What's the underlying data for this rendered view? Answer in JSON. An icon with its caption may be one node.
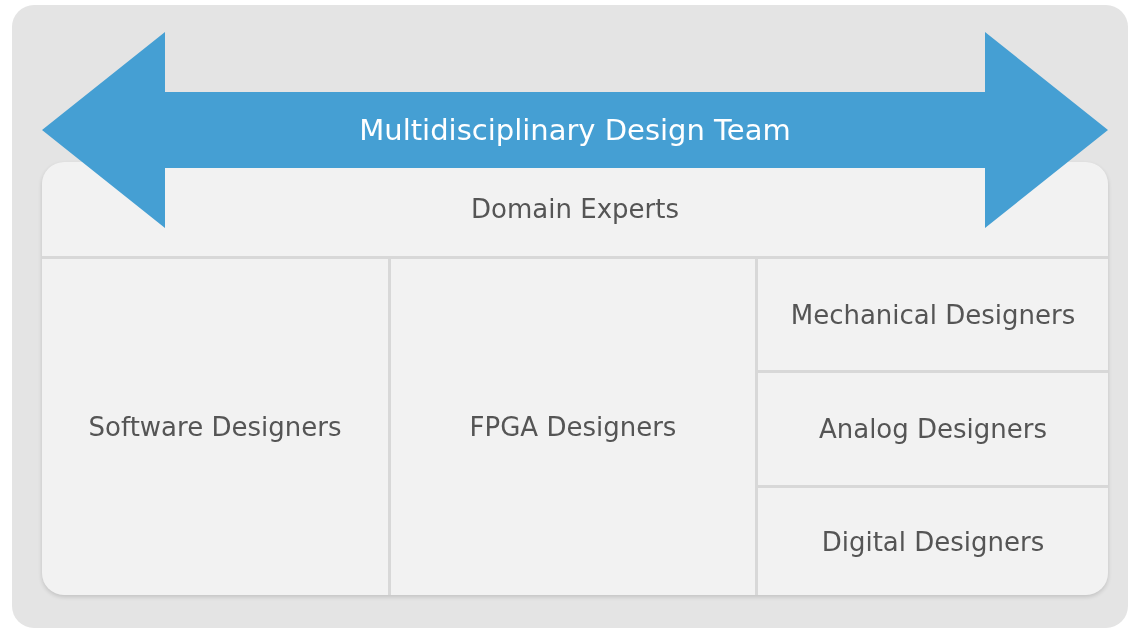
{
  "diagram": {
    "nodes": [
      {
        "text": [
          "Multidisciplinary Design Team"
        ]
      },
      {
        "text": [
          "Domain Experts"
        ]
      },
      {
        "text": [
          "Software Designers"
        ]
      },
      {
        "text": [
          "FPGA Designers"
        ]
      },
      {
        "text": [
          "Mechanical Designers"
        ]
      },
      {
        "text": [
          "Analog Designers"
        ]
      },
      {
        "text": [
          "Digital Designers"
        ]
      }
    ],
    "edges": []
  }
}
